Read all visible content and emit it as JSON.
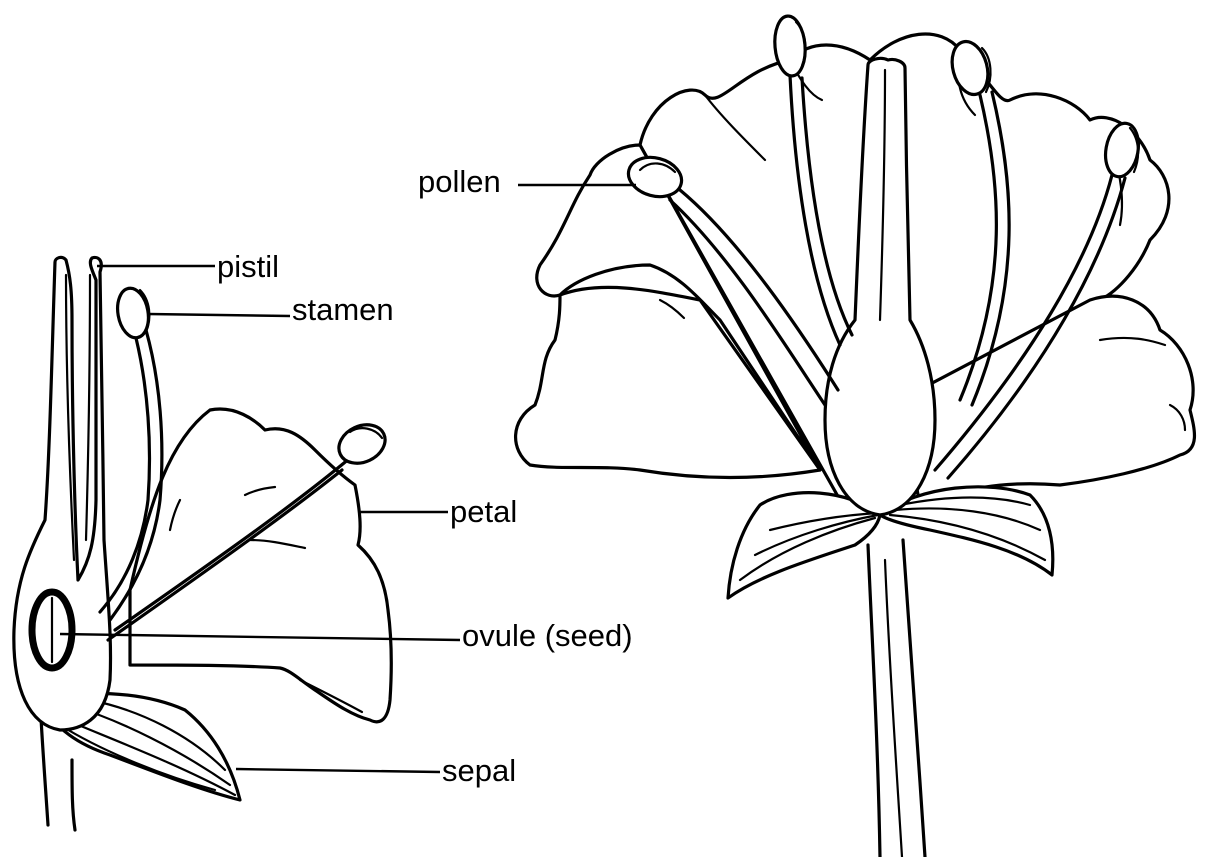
{
  "labels": {
    "pistil": "pistil",
    "stamen": "stamen",
    "petal": "petal",
    "ovule": "ovule (seed)",
    "sepal": "sepal",
    "pollen": "pollen"
  }
}
